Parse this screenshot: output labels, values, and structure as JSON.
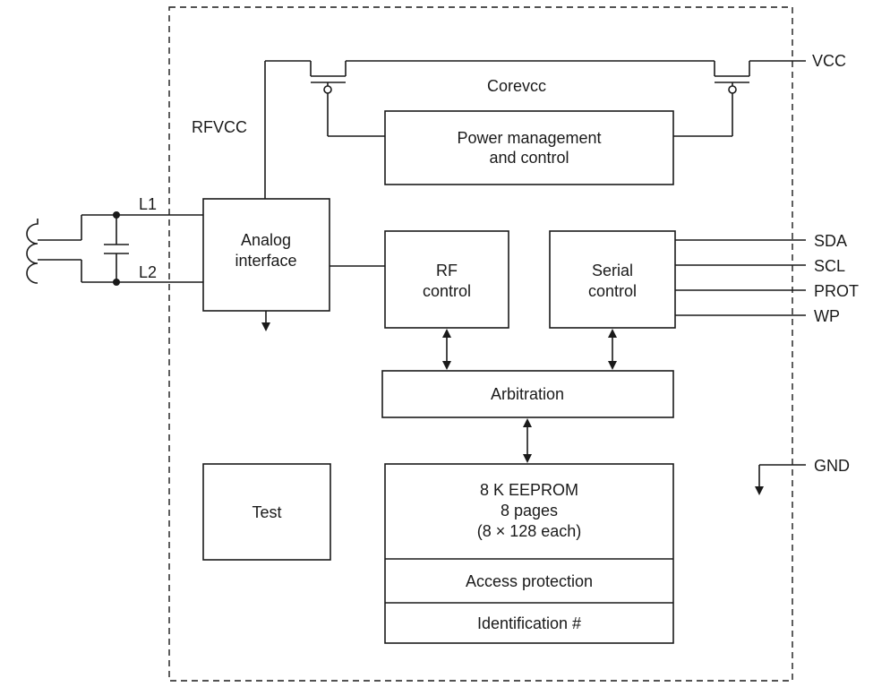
{
  "blocks": {
    "power_line1": "Power management",
    "power_line2": "and control",
    "analog_line1": "Analog",
    "analog_line2": "interface",
    "rf_line1": "RF",
    "rf_line2": "control",
    "serial_line1": "Serial",
    "serial_line2": "control",
    "arbitration": "Arbitration",
    "test": "Test",
    "eeprom_line1": "8 K EEPROM",
    "eeprom_line2": "8 pages",
    "eeprom_line3": "(8 × 128 each)",
    "access_protection": "Access protection",
    "identification": "Identification #"
  },
  "nets": {
    "corevcc": "Corevcc",
    "rfvcc": "RFVCC",
    "l1": "L1",
    "l2": "L2"
  },
  "pins": {
    "vcc": "VCC",
    "sda": "SDA",
    "scl": "SCL",
    "prot": "PROT",
    "wp": "WP",
    "gnd": "GND"
  }
}
